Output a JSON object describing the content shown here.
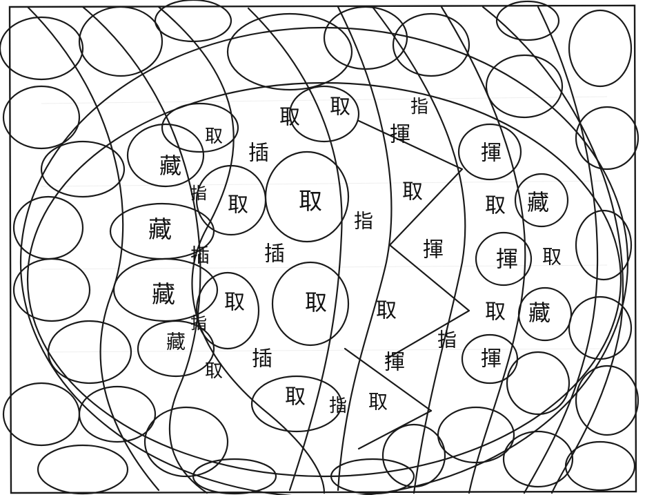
{
  "characters": {
    "cang": "藏",
    "qu": "取",
    "zhi": "指",
    "hui": "揮",
    "cha": "插"
  },
  "colors": {
    "ink": "#1a1a1a",
    "paper": "#ffffff",
    "bleed_through": "#d9d9d9"
  }
}
